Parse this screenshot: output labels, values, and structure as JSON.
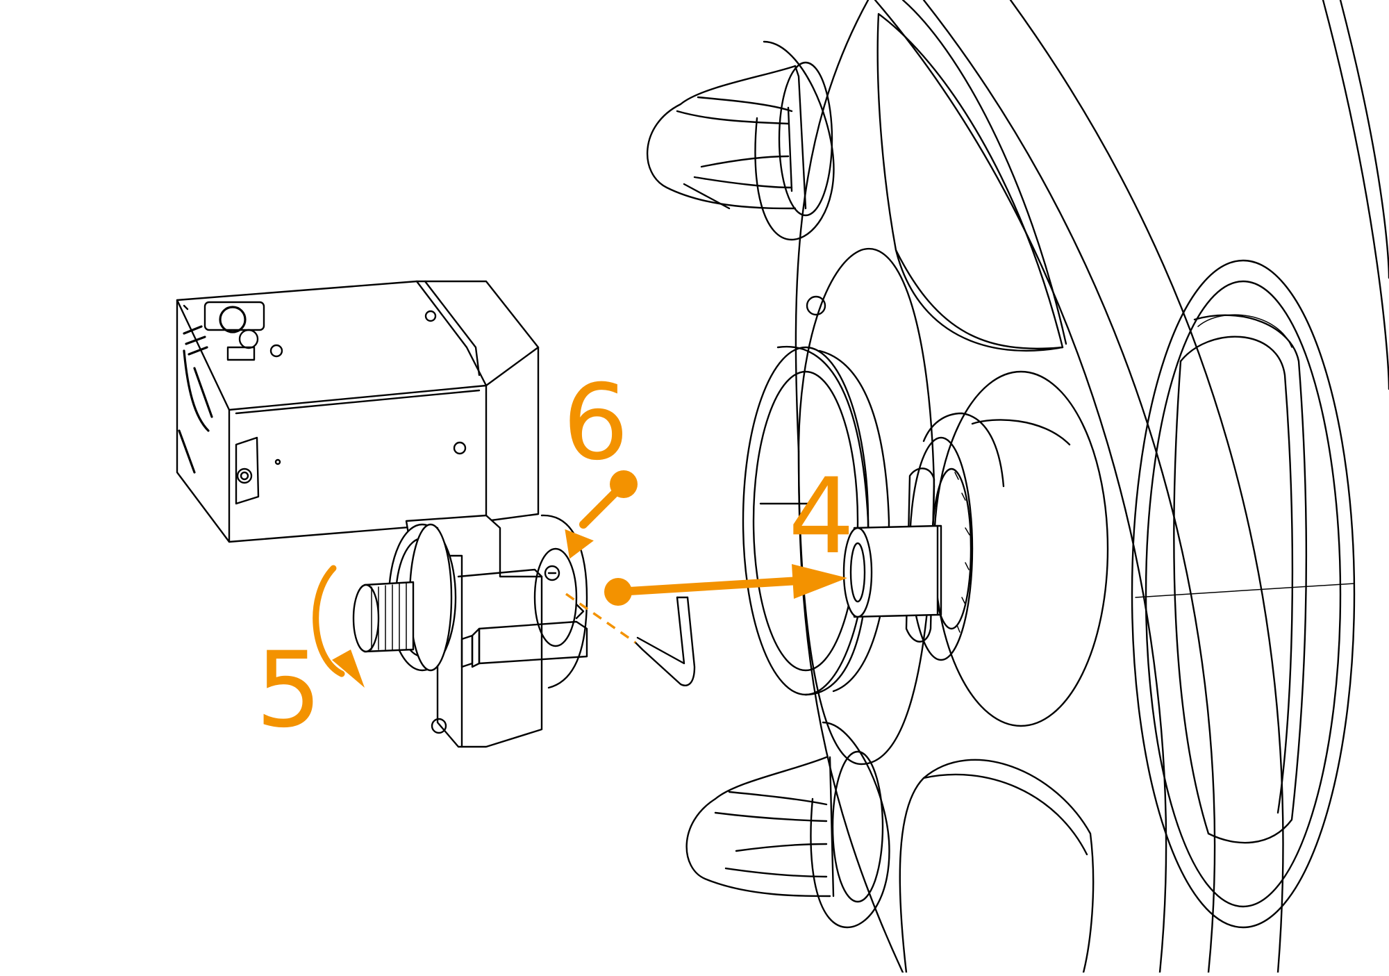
{
  "figure": {
    "accent_color": "#F39200",
    "line_color": "#000000",
    "background": "#FFFFFF"
  },
  "callouts": [
    {
      "id": "step-4",
      "label": "4"
    },
    {
      "id": "step-5",
      "label": "5"
    },
    {
      "id": "step-6",
      "label": "6"
    }
  ]
}
